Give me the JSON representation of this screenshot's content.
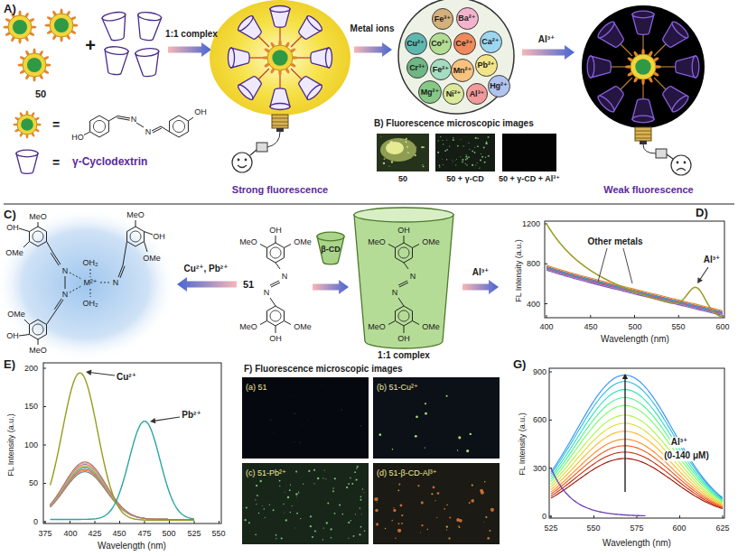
{
  "diagram": {
    "nodes": [
      {
        "text": [
          "Fe³⁺"
        ]
      },
      {
        "text": [
          "Ba²⁺"
        ]
      },
      {
        "text": [
          "Cu²⁺"
        ]
      },
      {
        "text": [
          "Co²⁺"
        ]
      },
      {
        "text": [
          "Ce³⁺"
        ]
      },
      {
        "text": [
          "Ca²⁺"
        ]
      },
      {
        "text": [
          "Cr³⁺"
        ]
      },
      {
        "text": [
          "Fe²⁺"
        ]
      },
      {
        "text": [
          "Mn²⁺"
        ]
      },
      {
        "text": [
          "Pb²⁺"
        ]
      },
      {
        "text": [
          "Mg²⁺"
        ]
      },
      {
        "text": [
          "Ni²⁺"
        ]
      },
      {
        "text": [
          "Al³⁺"
        ]
      },
      {
        "text": [
          "Hg²⁺"
        ]
      },
      {
        "text": [
          "50"
        ]
      },
      {
        "text": [
          "50 + γ-CD"
        ]
      },
      {
        "text": [
          "50 + γ-CD + Al³⁺"
        ]
      },
      {
        "text": [
          "(a) 51"
        ]
      },
      {
        "text": [
          "(b) 51-Cu²⁺"
        ]
      },
      {
        "text": [
          "(c) 51-Pb²⁺"
        ]
      },
      {
        "text": [
          "(d) 51-β-CD-Al³⁺"
        ]
      }
    ],
    "labels": [
      "A)",
      "50",
      "+",
      "1:1 complex",
      "HO",
      "N",
      "N",
      "OH",
      "=",
      "=",
      "γ-Cyclodextrin",
      "Strong fluorescence",
      "Metal ions",
      "Al³⁺",
      "Weak fluorescence",
      "B) Fluorescence microscopic images",
      "C)",
      "M²⁺",
      "OH₂",
      "OH₂",
      "N",
      "N",
      "N",
      "OH",
      "MeO",
      "OMe",
      "OMe",
      "OH",
      "MeO",
      "MeO",
      "OH",
      "OMe",
      "Cu²⁺, Pb²⁺",
      "OH",
      "MeO",
      "OMe",
      "N",
      "N",
      "51",
      "MeO",
      "OMe",
      "OH",
      "β-CD",
      "OH",
      "MeO",
      "OMe",
      "N",
      "N",
      "MeO",
      "OMe",
      "OH",
      "1:1 complex",
      "Al³⁺",
      "D)",
      "FL Intensity (a.u.)",
      "1200",
      "800",
      "400",
      "400",
      "450",
      "500",
      "550",
      "600",
      "Wavelength (nm)",
      "Other metals",
      "Al³⁺",
      "E)",
      "FL Intensity (a.u.)",
      "200",
      "150",
      "100",
      "50",
      "0",
      "375",
      "400",
      "425",
      "450",
      "475",
      "500",
      "525",
      "550",
      "Wavelength (nm)",
      "Cu²⁺",
      "Pb²⁺",
      "F) Fluorescence microscopic images",
      "G)",
      "FL Intensity (a.u.)",
      "900",
      "600",
      "300",
      "0",
      "525",
      "550",
      "575",
      "600",
      "625",
      "Wavelength (nm)",
      "Al³⁺",
      "(0-140 μM)"
    ]
  }
}
